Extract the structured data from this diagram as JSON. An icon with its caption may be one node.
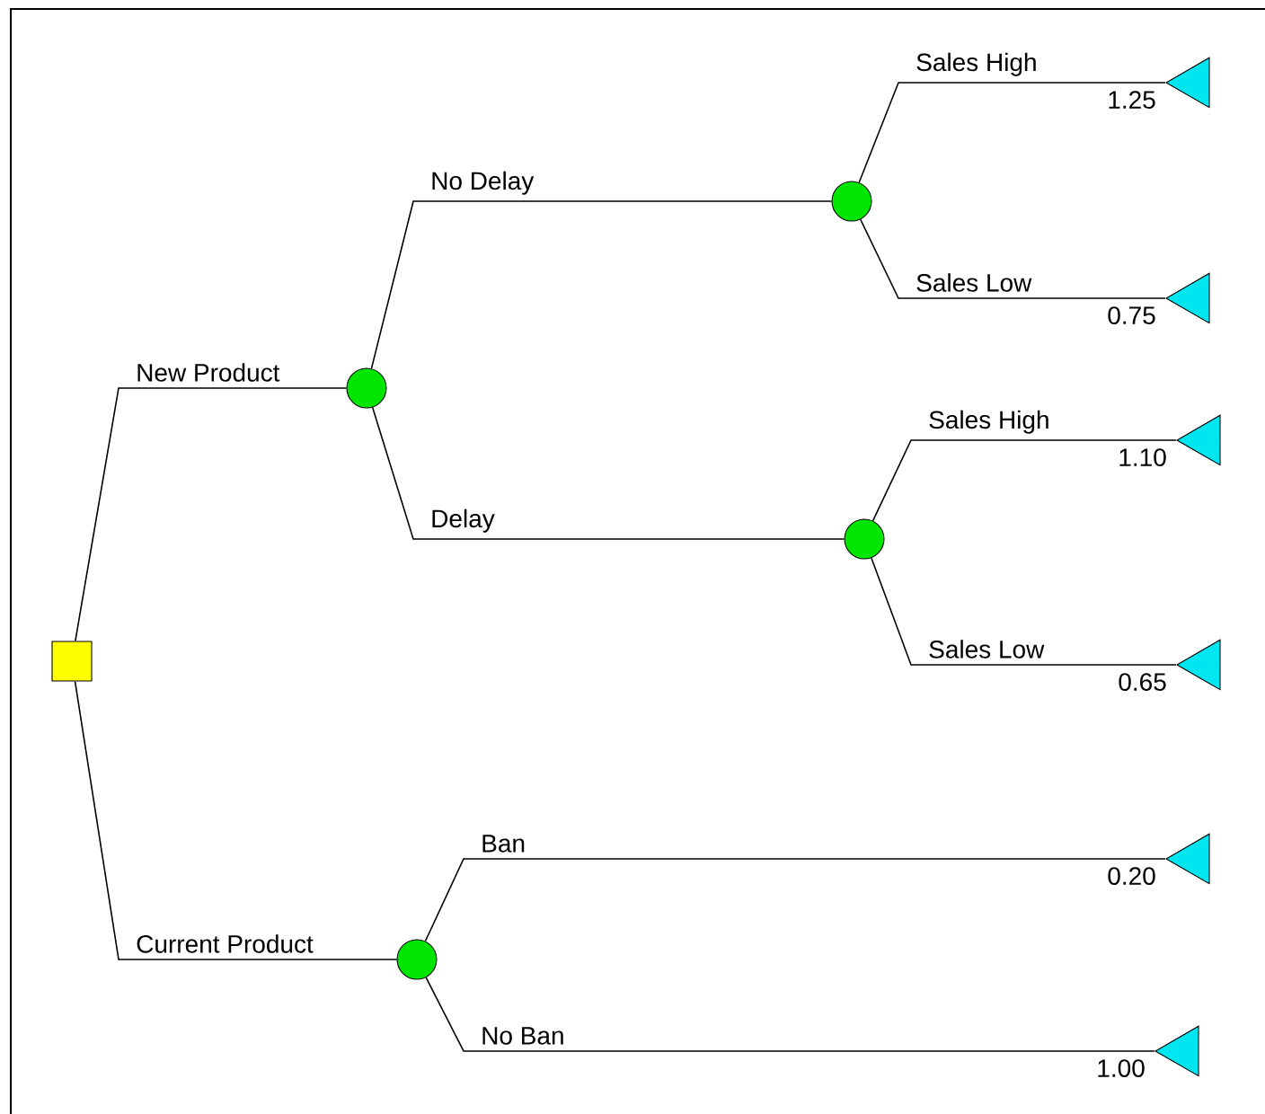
{
  "diagram": {
    "nodes": [
      {
        "text": [],
        "shape": "box"
      },
      {
        "text": [],
        "shape": "circle"
      },
      {
        "text": [],
        "shape": "circle"
      },
      {
        "text": [],
        "shape": "circle"
      },
      {
        "text": [],
        "shape": "circle"
      },
      {
        "text": [],
        "shape": "triangle",
        "beside": [
          "1.25"
        ]
      },
      {
        "text": [],
        "shape": "triangle",
        "beside": [
          "0.75"
        ]
      },
      {
        "text": [],
        "shape": "triangle",
        "beside": [
          "1.10"
        ]
      },
      {
        "text": [],
        "shape": "triangle",
        "beside": [
          "0.65"
        ]
      },
      {
        "text": [],
        "shape": "triangle",
        "beside": [
          "0.20"
        ]
      },
      {
        "text": [],
        "shape": "triangle",
        "beside": [
          "1.00"
        ]
      }
    ],
    "edges": [
      {
        "from": 0,
        "to": 1,
        "arrow": "none",
        "label": "New Product"
      },
      {
        "from": 1,
        "to": 2,
        "arrow": "none",
        "label": "No Delay"
      },
      {
        "from": 2,
        "to": 5,
        "arrow": "none",
        "label": "Sales High"
      },
      {
        "from": 2,
        "to": 6,
        "arrow": "none",
        "label": "Sales Low"
      },
      {
        "from": 1,
        "to": 3,
        "arrow": "none",
        "label": "Delay"
      },
      {
        "from": 3,
        "to": 7,
        "arrow": "none",
        "label": "Sales High"
      },
      {
        "from": 3,
        "to": 8,
        "arrow": "none",
        "label": "Sales Low"
      },
      {
        "from": 0,
        "to": 4,
        "arrow": "none",
        "label": "Current Product"
      },
      {
        "from": 4,
        "to": 9,
        "arrow": "none",
        "label": "Ban"
      },
      {
        "from": 4,
        "to": 10,
        "arrow": "none",
        "label": "No Ban"
      }
    ]
  }
}
